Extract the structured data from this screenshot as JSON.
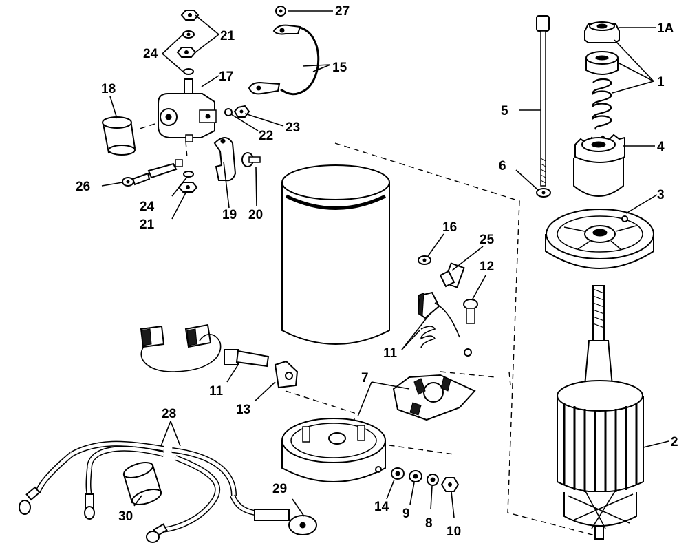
{
  "callouts": {
    "c1": "1",
    "c1a": "1A",
    "c2": "2",
    "c3": "3",
    "c4": "4",
    "c5": "5",
    "c6": "6",
    "c7": "7",
    "c8": "8",
    "c9": "9",
    "c10": "10",
    "c11a": "11",
    "c11b": "11",
    "c12": "12",
    "c13": "13",
    "c14": "14",
    "c15": "15",
    "c16": "16",
    "c17": "17",
    "c18": "18",
    "c19": "19",
    "c20": "20",
    "c21a": "21",
    "c21b": "21",
    "c22": "22",
    "c23": "23",
    "c24a": "24",
    "c24b": "24",
    "c25": "25",
    "c26": "26",
    "c27": "27",
    "c28": "28",
    "c29": "29",
    "c30": "30"
  }
}
